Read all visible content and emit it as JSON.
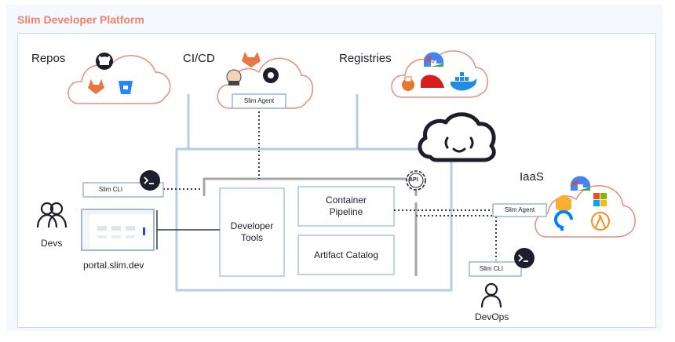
{
  "header": {
    "title": "Slim Developer Platform"
  },
  "clouds": {
    "repos": "Repos",
    "cicd": "CI/CD",
    "registries": "Registries",
    "iaas": "IaaS"
  },
  "agents": {
    "cicd_agent": "Slim Agent",
    "iaas_agent": "Slim Agent"
  },
  "cli": {
    "devs_cli": "Slim CLI",
    "devops_cli": "Slim CLI"
  },
  "users": {
    "devs": "Devs",
    "devops": "DevOps",
    "portal": "portal.slim.dev"
  },
  "platform": {
    "developer_tools": "Developer\nTools",
    "container_pipeline": "Container\nPipeline",
    "artifact_catalog": "Artifact Catalog",
    "api_badge": "API"
  },
  "colors": {
    "accent": "#f0826e",
    "cloud_stroke": "#e88c7d",
    "connector": "#b7cde3",
    "box_stroke": "#a9c3e0",
    "dark": "#1d1d2b"
  },
  "icons": [
    "github-icon",
    "gitlab-icon",
    "bitbucket-icon",
    "jenkins-icon",
    "circleci-icon",
    "gcp-icon",
    "redhat-icon",
    "docker-icon",
    "bucket-icon",
    "aws-icon",
    "microsoft-icon",
    "digitalocean-icon",
    "lambda-icon",
    "slim-cloud-logo",
    "terminal-icon",
    "users-icon",
    "user-icon",
    "api-gear-icon"
  ]
}
